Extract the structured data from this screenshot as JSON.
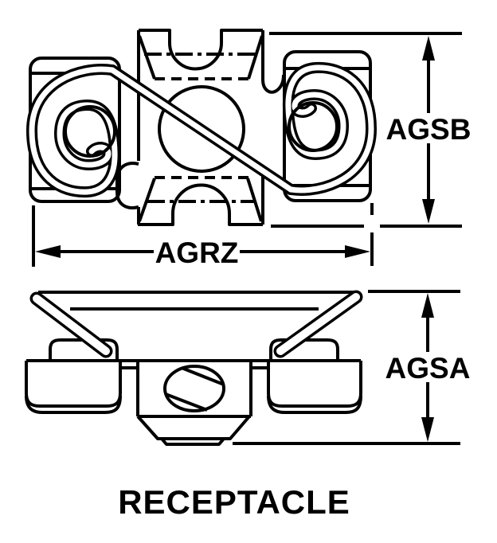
{
  "drawing": {
    "caption": "RECEPTACLE",
    "dimensions": {
      "top_view_height": "AGSB",
      "top_view_width": "AGRZ",
      "side_view_height": "AGSA"
    },
    "colors": {
      "line": "#000000",
      "background": "#ffffff"
    }
  }
}
